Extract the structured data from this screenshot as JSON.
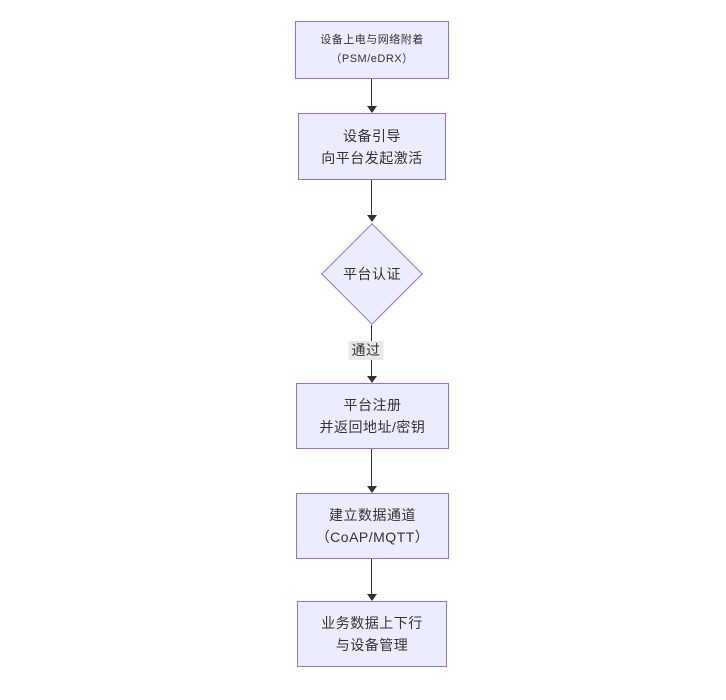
{
  "diagram": {
    "type": "flowchart",
    "direction": "top-down",
    "theme": {
      "background": "#ffffff",
      "node_fill": "#ECECFF",
      "node_border": "#9370DB",
      "edge_color": "#333333",
      "text_color": "#333333",
      "edge_label_bg": "#e8e8e8"
    },
    "nodes": [
      {
        "id": "power-attach",
        "shape": "rect",
        "lines": [
          "设备上电与网络附着",
          "（PSM/eDRX）"
        ]
      },
      {
        "id": "bootstrap",
        "shape": "rect",
        "lines": [
          "设备引导",
          "向平台发起激活"
        ]
      },
      {
        "id": "platform-auth",
        "shape": "diamond",
        "lines": [
          "平台认证"
        ]
      },
      {
        "id": "platform-register",
        "shape": "rect",
        "lines": [
          "平台注册",
          "并返回地址/密钥"
        ]
      },
      {
        "id": "data-channel",
        "shape": "rect",
        "lines": [
          "建立数据通道",
          "（CoAP/MQTT）"
        ]
      },
      {
        "id": "business-data",
        "shape": "rect",
        "lines": [
          "业务数据上下行",
          "与设备管理"
        ]
      }
    ],
    "edges": [
      {
        "from": "power-attach",
        "to": "bootstrap",
        "label": ""
      },
      {
        "from": "bootstrap",
        "to": "platform-auth",
        "label": ""
      },
      {
        "from": "platform-auth",
        "to": "platform-register",
        "label": "通过"
      },
      {
        "from": "platform-register",
        "to": "data-channel",
        "label": ""
      },
      {
        "from": "data-channel",
        "to": "business-data",
        "label": ""
      }
    ]
  }
}
